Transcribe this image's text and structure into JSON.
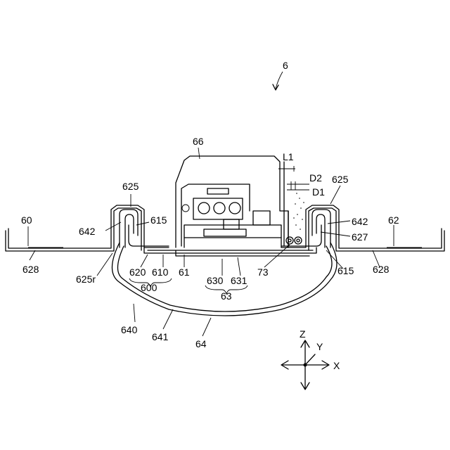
{
  "figure": {
    "assembly_ref": "6",
    "labels": {
      "l60": "60",
      "l62": "62",
      "l628a": "628",
      "l628b": "628",
      "l625a": "625",
      "l625b": "625",
      "l642a": "642",
      "l642b": "642",
      "l615a": "615",
      "l615b": "615",
      "l625r": "625r",
      "l620": "620",
      "l610": "610",
      "l600": "600",
      "l61": "61",
      "l630": "630",
      "l631": "631",
      "l63": "63",
      "l73": "73",
      "l66": "66",
      "l627": "627",
      "lL1": "L1",
      "lD1": "D1",
      "lD2": "D2",
      "l640": "640",
      "l641": "641",
      "l64": "64"
    },
    "axes": {
      "z": "Z",
      "y": "Y",
      "x": "X"
    }
  }
}
